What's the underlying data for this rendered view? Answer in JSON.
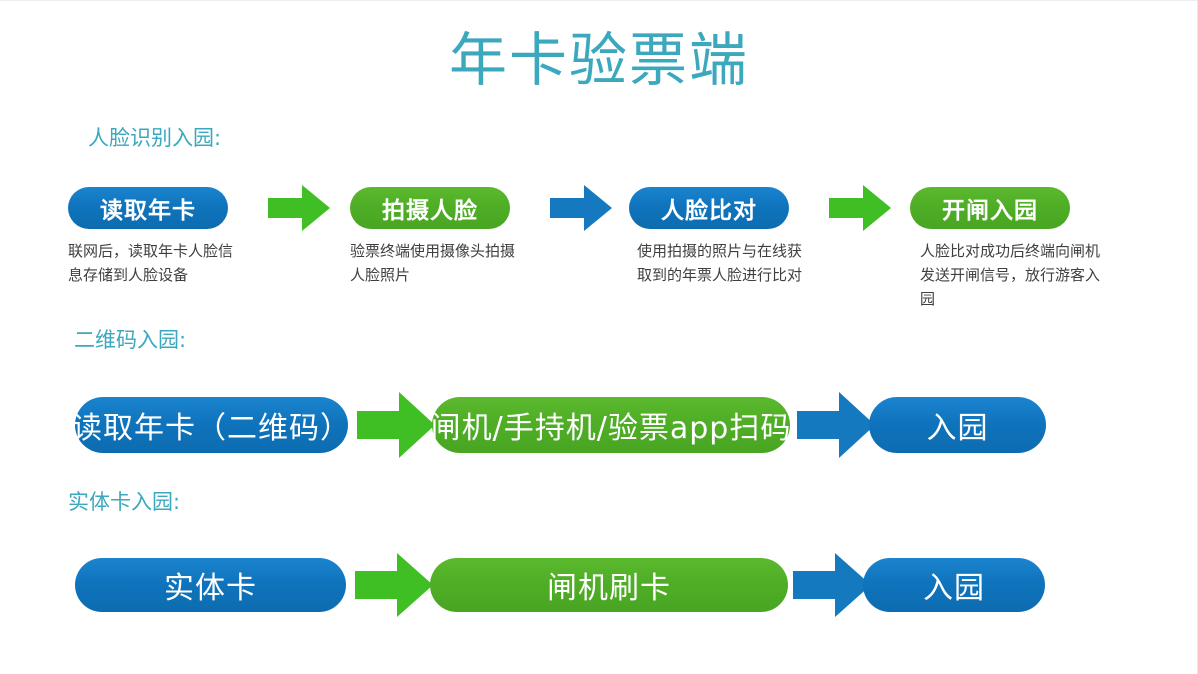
{
  "title": "年卡验票端",
  "colors": {
    "title": "#3CA8BE",
    "label": "#3CA8BE",
    "blue": "#0F74BD",
    "green": "#4FAE26",
    "arrow_green": "#3FBF24",
    "arrow_blue": "#1479BE",
    "body_text": "#3F3F3F",
    "background": "#FFFFFF"
  },
  "sections": {
    "face": {
      "label": "人脸识别入园:",
      "steps": [
        {
          "name": "读取年卡",
          "color": "blue",
          "desc": "联网后，读取年卡人脸信息存储到人脸设备"
        },
        {
          "name": "拍摄人脸",
          "color": "green",
          "desc": "验票终端使用摄像头拍摄人脸照片"
        },
        {
          "name": "人脸比对",
          "color": "blue",
          "desc": "使用拍摄的照片与在线获取到的年票人脸进行比对"
        },
        {
          "name": "开闸入园",
          "color": "green",
          "desc": "人脸比对成功后终端向闸机发送开闸信号，放行游客入园"
        }
      ],
      "arrows": [
        "green",
        "blue",
        "green"
      ]
    },
    "qrcode": {
      "label": "二维码入园:",
      "steps": [
        {
          "name": "读取年卡（二维码）",
          "color": "blue"
        },
        {
          "name": "闸机/手持机/验票app扫码",
          "color": "green"
        },
        {
          "name": "入园",
          "color": "blue"
        }
      ],
      "arrows": [
        "green",
        "blue"
      ]
    },
    "physical": {
      "label": "实体卡入园:",
      "steps": [
        {
          "name": "实体卡",
          "color": "blue"
        },
        {
          "name": "闸机刷卡",
          "color": "green"
        },
        {
          "name": "入园",
          "color": "blue"
        }
      ],
      "arrows": [
        "green",
        "blue"
      ]
    }
  }
}
